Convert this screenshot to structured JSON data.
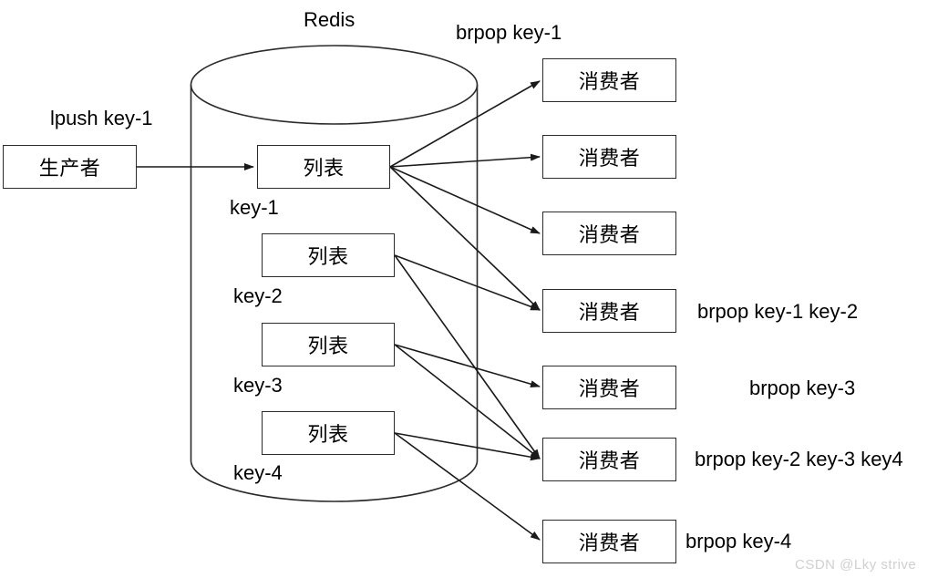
{
  "diagram": {
    "title": "Redis",
    "cylinder_name": "Redis",
    "producer": {
      "label": "生产者",
      "command_label": "lpush key-1"
    },
    "lists": [
      {
        "label": "列表",
        "key_label": "key-1"
      },
      {
        "label": "列表",
        "key_label": "key-2"
      },
      {
        "label": "列表",
        "key_label": "key-3"
      },
      {
        "label": "列表",
        "key_label": "key-4"
      }
    ],
    "consumers": [
      {
        "label": "消费者",
        "command_label": "brpop key-1"
      },
      {
        "label": "消费者",
        "command_label": ""
      },
      {
        "label": "消费者",
        "command_label": ""
      },
      {
        "label": "消费者",
        "command_label": "brpop key-1 key-2"
      },
      {
        "label": "消费者",
        "command_label": "brpop key-3"
      },
      {
        "label": "消费者",
        "command_label": "brpop key-2 key-3 key4"
      },
      {
        "label": "消费者",
        "command_label": "brpop key-4"
      }
    ],
    "top_command": "brpop key-1",
    "watermark": "CSDN @Lky  strive",
    "colors": {
      "stroke": "#2b2b2b",
      "background": "#ffffff",
      "text": "#000000",
      "watermark": "#d0d0d0"
    }
  }
}
